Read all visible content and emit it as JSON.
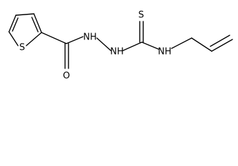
{
  "molecule": {
    "atoms": {
      "ring_sulfur": "S",
      "carbonyl_oxygen": "O",
      "hydrazide_nh": "NH",
      "thioamide_nh": "NH",
      "thiocarbonyl_sulfur": "S",
      "allyl_nh": "NH"
    }
  }
}
